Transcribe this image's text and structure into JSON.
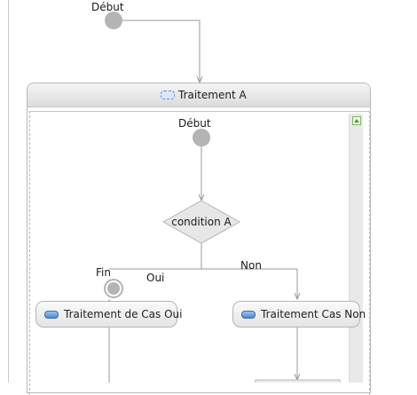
{
  "diagram": {
    "outer_start_label": "Début",
    "group": {
      "title": "Traitement A",
      "icon": "activity-group-icon"
    },
    "inner_start_label": "Début",
    "decision_label": "condition A",
    "branch_yes_label": "Oui",
    "branch_no_label": "Non",
    "end_label": "Fin",
    "actions": [
      {
        "label": "Traitement de Cas Oui",
        "icon": "action-icon"
      },
      {
        "label": "Traitement Cas Non",
        "icon": "action-icon"
      }
    ],
    "scroll_up_icon": "scroll-up-arrow-icon"
  },
  "colors": {
    "node_fill": "#b4b4b4",
    "edge": "#9a9a9a",
    "action_icon": "#4f86cf",
    "scroll_button": "#4d9a33"
  }
}
